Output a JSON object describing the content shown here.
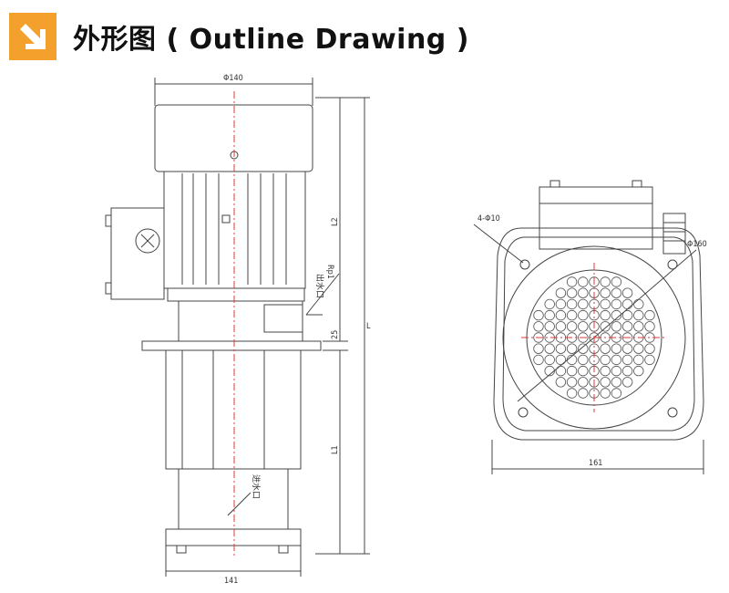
{
  "header": {
    "icon": "arrow-down-right-icon",
    "icon_color": "#f3a12c",
    "title": "外形图 ( Outline Drawing )"
  },
  "front_view": {
    "dim_top": "Φ140",
    "dim_bottom": "141",
    "dim_L": "L",
    "dim_L1": "L1",
    "dim_L2": "L2",
    "dim_25": "25",
    "outlet_label": "出水口",
    "outlet_thread": "Rp1",
    "inlet_label": "进水口"
  },
  "side_view": {
    "dim_holes": "4-Φ10",
    "dim_circle": "Φ160",
    "dim_width": "161"
  }
}
